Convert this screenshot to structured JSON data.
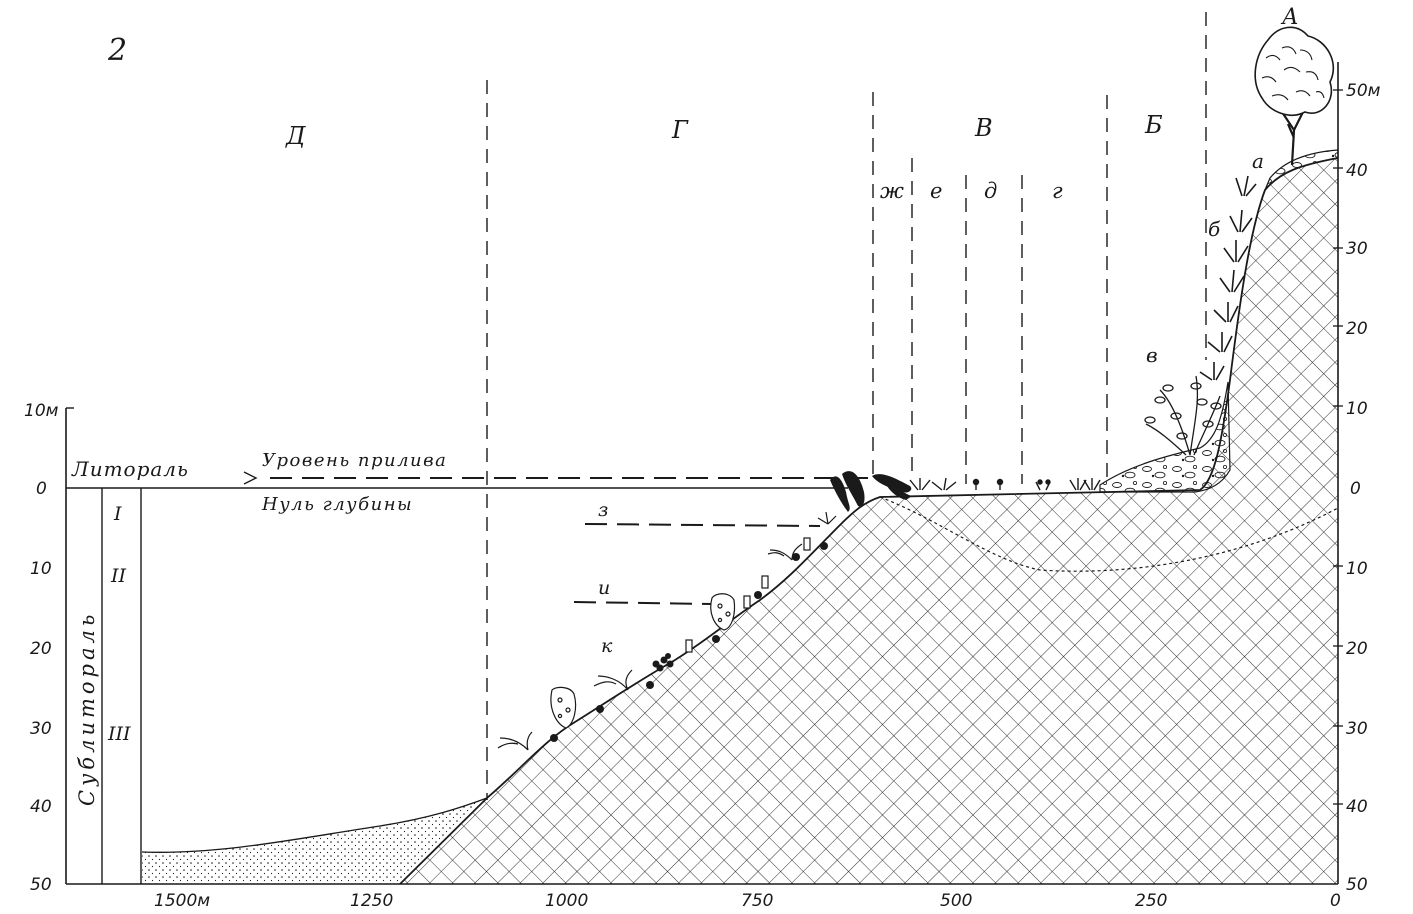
{
  "panel_number": "2",
  "zones": {
    "D": "Д",
    "G": "Г",
    "V": "В",
    "B": "Б",
    "A": "А"
  },
  "subzones": {
    "zh": "ж",
    "e": "е",
    "d": "д",
    "g": "г",
    "a": "а",
    "b": "б",
    "v": "в"
  },
  "sublittoral_levels": {
    "z": "з",
    "i": "и",
    "k": "к"
  },
  "left_column": {
    "litoral": "Литораль",
    "sublitoral": "Сублитораль",
    "roman_I": "I",
    "roman_II": "II",
    "roman_III": "III"
  },
  "water_labels": {
    "tide_level": "Уровень прилива",
    "depth_zero": "Нуль глубины"
  },
  "axes": {
    "left_ticks": [
      "10м",
      "0",
      "10",
      "20",
      "30",
      "40",
      "50"
    ],
    "right_ticks": [
      "50м",
      "40",
      "30",
      "20",
      "10",
      "0",
      "10",
      "20",
      "30",
      "40",
      "50"
    ],
    "bottom_ticks": [
      "1500м",
      "1250",
      "1000",
      "750",
      "500",
      "250",
      "0"
    ]
  },
  "colors": {
    "ink": "#1a1a1a",
    "paper": "#ffffff"
  },
  "icons": {
    "tree": "deciduous-tree-icon",
    "grass": "grass-tuft-icon",
    "shrub": "shrub-icon",
    "kelp": "kelp-icon",
    "sponge": "sponge-icon",
    "mussel": "mussel-cluster-icon",
    "seaweed": "seaweed-icon"
  }
}
